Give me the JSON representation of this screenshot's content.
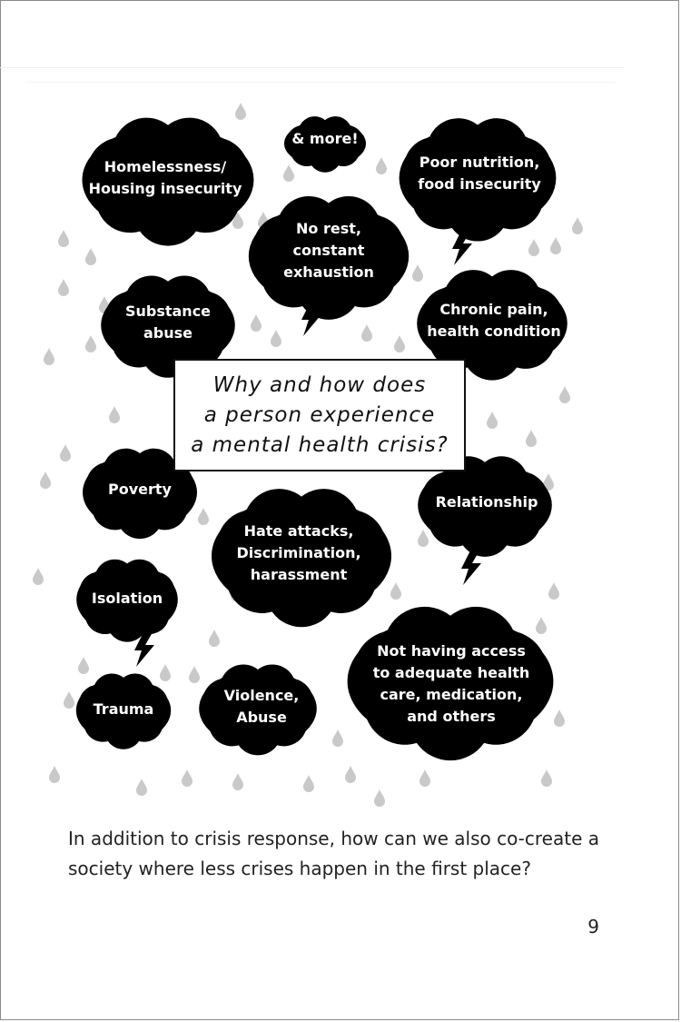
{
  "page": {
    "question": "Why and how does\na person experience\na mental health crisis?",
    "footer_text": "In addition to crisis response, how can we also co-create a society where less crises happen in the first place?",
    "page_number": "9"
  },
  "clouds": [
    {
      "id": "homelessness",
      "label": "Homelessness/\nHousing insecurity"
    },
    {
      "id": "more",
      "label": "& more!"
    },
    {
      "id": "nutrition",
      "label": "Poor nutrition,\nfood insecurity"
    },
    {
      "id": "no-rest",
      "label": "No rest,\nconstant\nexhaustion"
    },
    {
      "id": "substance",
      "label": "Substance\nabuse"
    },
    {
      "id": "chronic-pain",
      "label": "Chronic pain,\nhealth condition"
    },
    {
      "id": "poverty",
      "label": "Poverty"
    },
    {
      "id": "relationship",
      "label": "Relationship"
    },
    {
      "id": "hate",
      "label": "Hate attacks,\nDiscrimination,\nharassment"
    },
    {
      "id": "isolation",
      "label": "Isolation"
    },
    {
      "id": "trauma",
      "label": "Trauma"
    },
    {
      "id": "violence",
      "label": "Violence,\nAbuse"
    },
    {
      "id": "access",
      "label": "Not having access\nto adequate health\ncare, medication,\nand others"
    }
  ],
  "colors": {
    "cloud": "#000000",
    "rain": "#c9c9c9",
    "text": "#ffffff"
  }
}
